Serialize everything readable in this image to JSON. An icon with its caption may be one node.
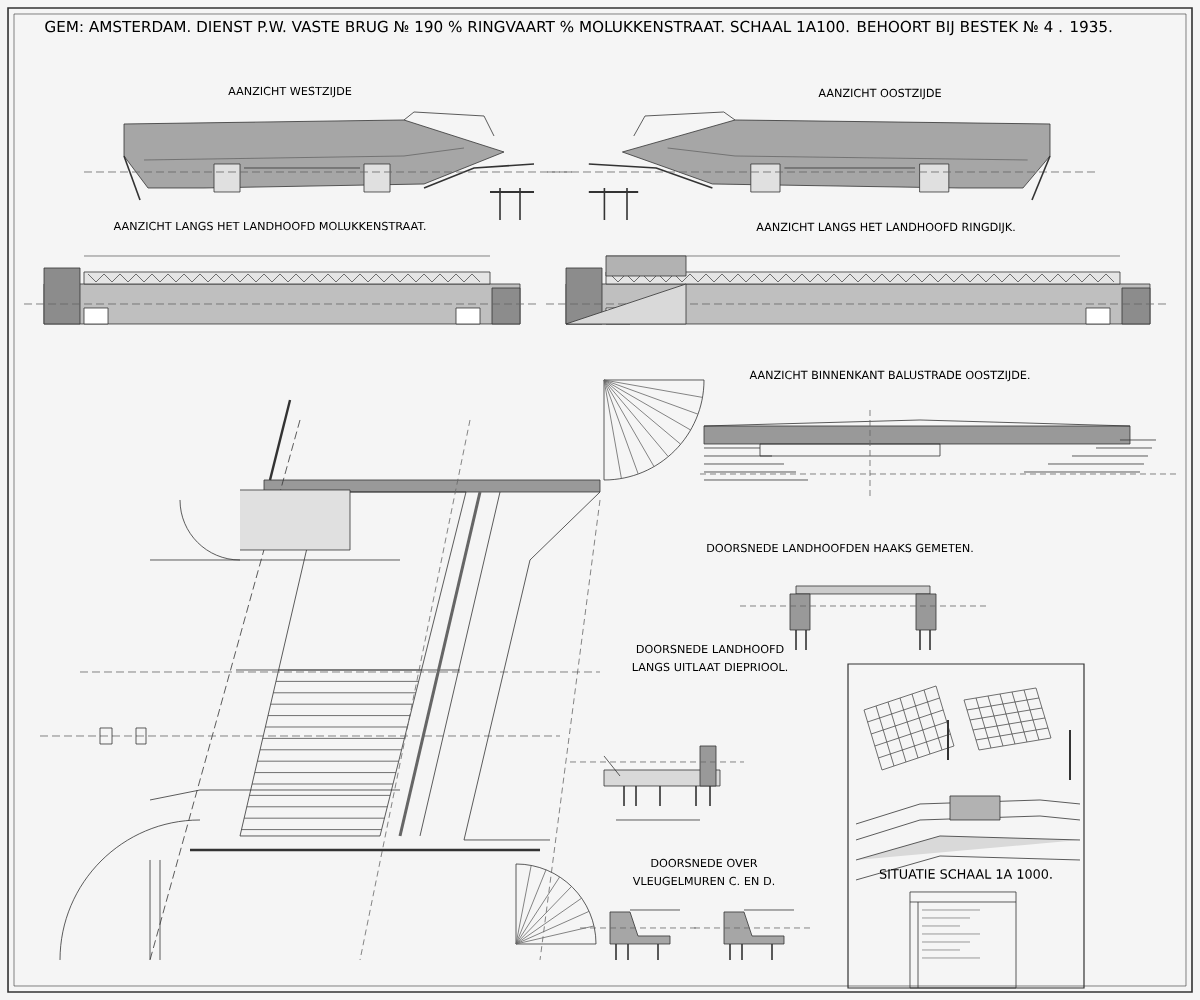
{
  "diagram": {
    "title": "GEM: AMSTERDAM. DIENST P.W. VASTE BRUG № 190 % RINGVAART % MOLUKKENSTRAAT. SCHAAL 1A100. BEHOORT BIJ BESTEK № 4 . 1935.",
    "labels": [
      "AANZICHT WESTZIJDE",
      "AANZICHT OOSTZIJDE",
      "AANZICHT LANGS HET LANDHOOFD MOLUKKENSTRAAT.",
      "AANZICHT LANGS HET LANDHOOFD RINGDIJK.",
      "AANZICHT BINNENKANT BALUSTRADE OOSTZIJDE.",
      "DOORSNEDE LANDHOOFDEN HAAKS GEMETEN.",
      "DOORSNEDE LANDHOOFD LANGS UITLAAT DIEPRIOOL.",
      "DOORSNEDE OVER VLEUGELMUREN C. EN D.",
      "SITUATIE SCHAAL 1A 1000."
    ]
  }
}
